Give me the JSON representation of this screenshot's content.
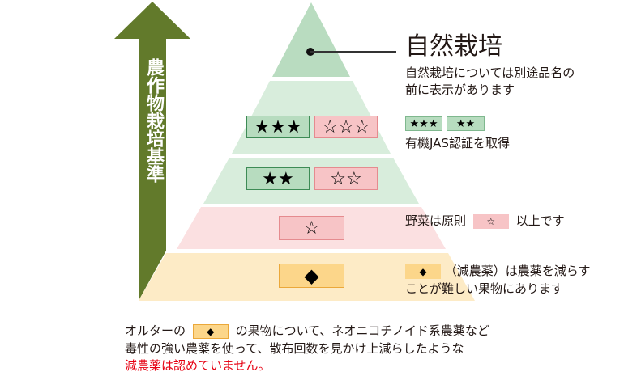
{
  "arrow": {
    "label": "農作物栽培基準",
    "color": "#627a2b"
  },
  "pyramid": {
    "tiers": [
      {
        "id": "natural",
        "color": "#b9dcc0",
        "badges": []
      },
      {
        "id": "organic-3",
        "color": "#d8eddc",
        "badges": [
          {
            "style": "green",
            "text": "★★★"
          },
          {
            "style": "pink",
            "text": "☆☆☆"
          }
        ]
      },
      {
        "id": "organic-2",
        "color": "#d8eddc",
        "badges": [
          {
            "style": "green",
            "text": "★★"
          },
          {
            "style": "pink",
            "text": "☆☆"
          }
        ]
      },
      {
        "id": "one-star",
        "color": "#fbe0e1",
        "badges": [
          {
            "style": "pink",
            "text": "☆"
          }
        ]
      },
      {
        "id": "diamond",
        "color": "#fdebc6",
        "badges": [
          {
            "style": "yellow",
            "text": "◆"
          }
        ]
      }
    ]
  },
  "legend": {
    "natural": {
      "title": "自然栽培",
      "line1": "自然栽培については別途品名の",
      "line2": "前に表示があります"
    },
    "organic": {
      "badge1": "★★★",
      "badge2": "★★",
      "text": "有機JAS認証を取得"
    },
    "vegetable": {
      "prefix": "野菜は原則",
      "badge": "☆",
      "suffix": "以上です"
    },
    "reduced": {
      "badge": "◆",
      "line1": "（減農薬）は農薬を減らす",
      "line2": "ことが難しい果物にあります"
    }
  },
  "note": {
    "line1_prefix": "オルターの",
    "line1_badge": "◆",
    "line1_suffix": "の果物について、ネオニコチノイド系農薬など",
    "line2": "毒性の強い農薬を使って、散布回数を見かけ上減らしたような",
    "line3": "減農薬は認めていません。",
    "highlight_color": "#e60012"
  }
}
